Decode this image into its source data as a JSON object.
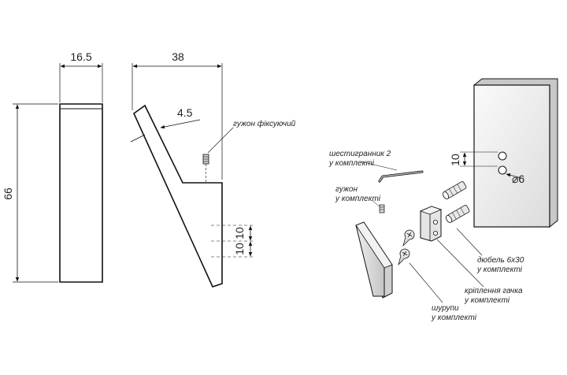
{
  "dimensions": {
    "width": "16.5",
    "depth": "38",
    "thickness": "4.5",
    "height": "66",
    "hole_spacing_a": "10",
    "hole_spacing_b": "10",
    "wall_hole_spacing": "10",
    "hole_diameter": "⌀6"
  },
  "callouts": {
    "set_screw": "гужон фіксуючий",
    "hex_key": [
      "шестигранник 2",
      "у комплекті"
    ],
    "grub": [
      "гужон",
      "у комплекті"
    ],
    "dowel": [
      "дюбель 6x30",
      "у комплекті"
    ],
    "bracket": [
      "кріплення гачка",
      "у комплекті"
    ],
    "screws": [
      "шурупи",
      "у комплекті"
    ]
  }
}
